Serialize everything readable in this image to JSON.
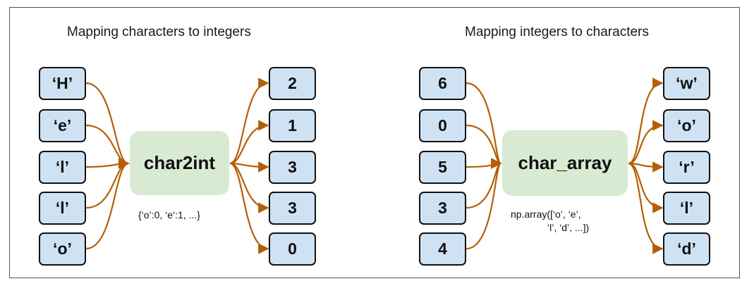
{
  "left_diagram": {
    "title": "Mapping characters to integers",
    "inputs": [
      "‘H’",
      "‘e’",
      "‘l’",
      "‘l’",
      "‘o’"
    ],
    "function_label": "char2int",
    "function_note": "{‘o’:0, ‘e’:1, ...}",
    "outputs": [
      "2",
      "1",
      "3",
      "3",
      "0"
    ]
  },
  "right_diagram": {
    "title": "Mapping integers to characters",
    "inputs": [
      "6",
      "0",
      "5",
      "3",
      "4"
    ],
    "function_label": "char_array",
    "function_note_line1": "np.array([‘o’, ‘e’,",
    "function_note_line2": "‘l’, ‘d’, ...])",
    "outputs": [
      "‘w’",
      "‘o’",
      "‘r’",
      "‘l’",
      "‘d’"
    ]
  },
  "colors": {
    "token_fill": "#cfe2f3",
    "function_fill": "#d9ead3",
    "arrow": "#b45f06"
  }
}
